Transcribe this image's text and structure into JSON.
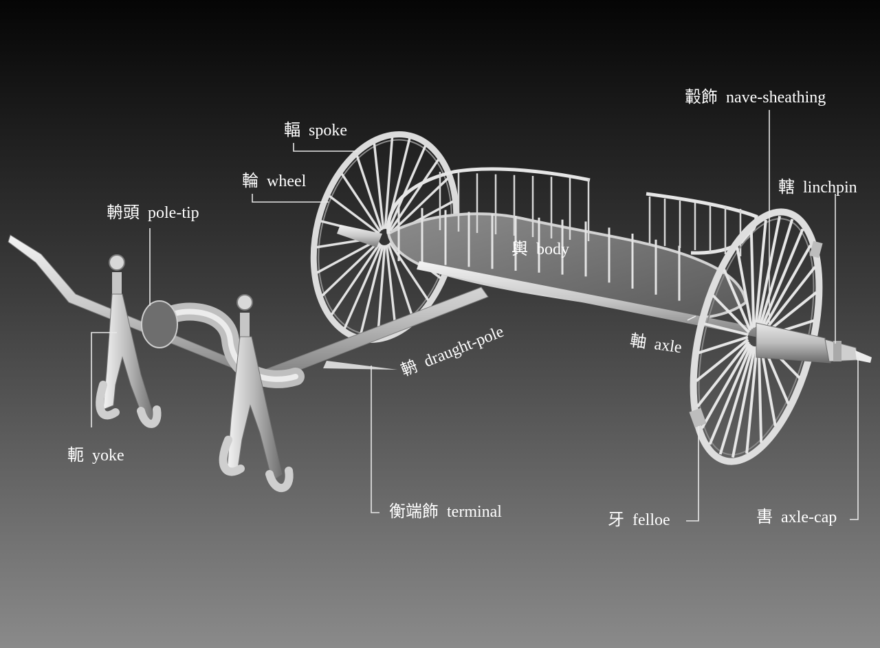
{
  "colors": {
    "background_top": "#050505",
    "background_bottom": "#8a8a8a",
    "metal_light": "#f2f2f2",
    "metal_mid": "#c4c4c4",
    "metal_dark": "#7d7d7d",
    "leader_line": "#e8e8e8",
    "label_text": "#ffffff"
  },
  "labels": {
    "spoke": {
      "zh": "輻",
      "en": "spoke"
    },
    "wheel": {
      "zh": "輪",
      "en": "wheel"
    },
    "pole_tip": {
      "zh": "輈頭",
      "en": "pole-tip"
    },
    "body": {
      "zh": "輿",
      "en": "body"
    },
    "draught_pole": {
      "zh": "輈",
      "en": "draught-pole"
    },
    "axle": {
      "zh": "軸",
      "en": "axle"
    },
    "yoke": {
      "zh": "軛",
      "en": "yoke"
    },
    "terminal": {
      "zh": "衡端飾",
      "en": "terminal"
    },
    "felloe": {
      "zh": "牙",
      "en": "felloe"
    },
    "axle_cap": {
      "zh": "軎",
      "en": "axle-cap"
    },
    "linchpin": {
      "zh": "轄",
      "en": "linchpin"
    },
    "nave_sheathing": {
      "zh": "轂飾",
      "en": "nave-sheathing"
    }
  }
}
